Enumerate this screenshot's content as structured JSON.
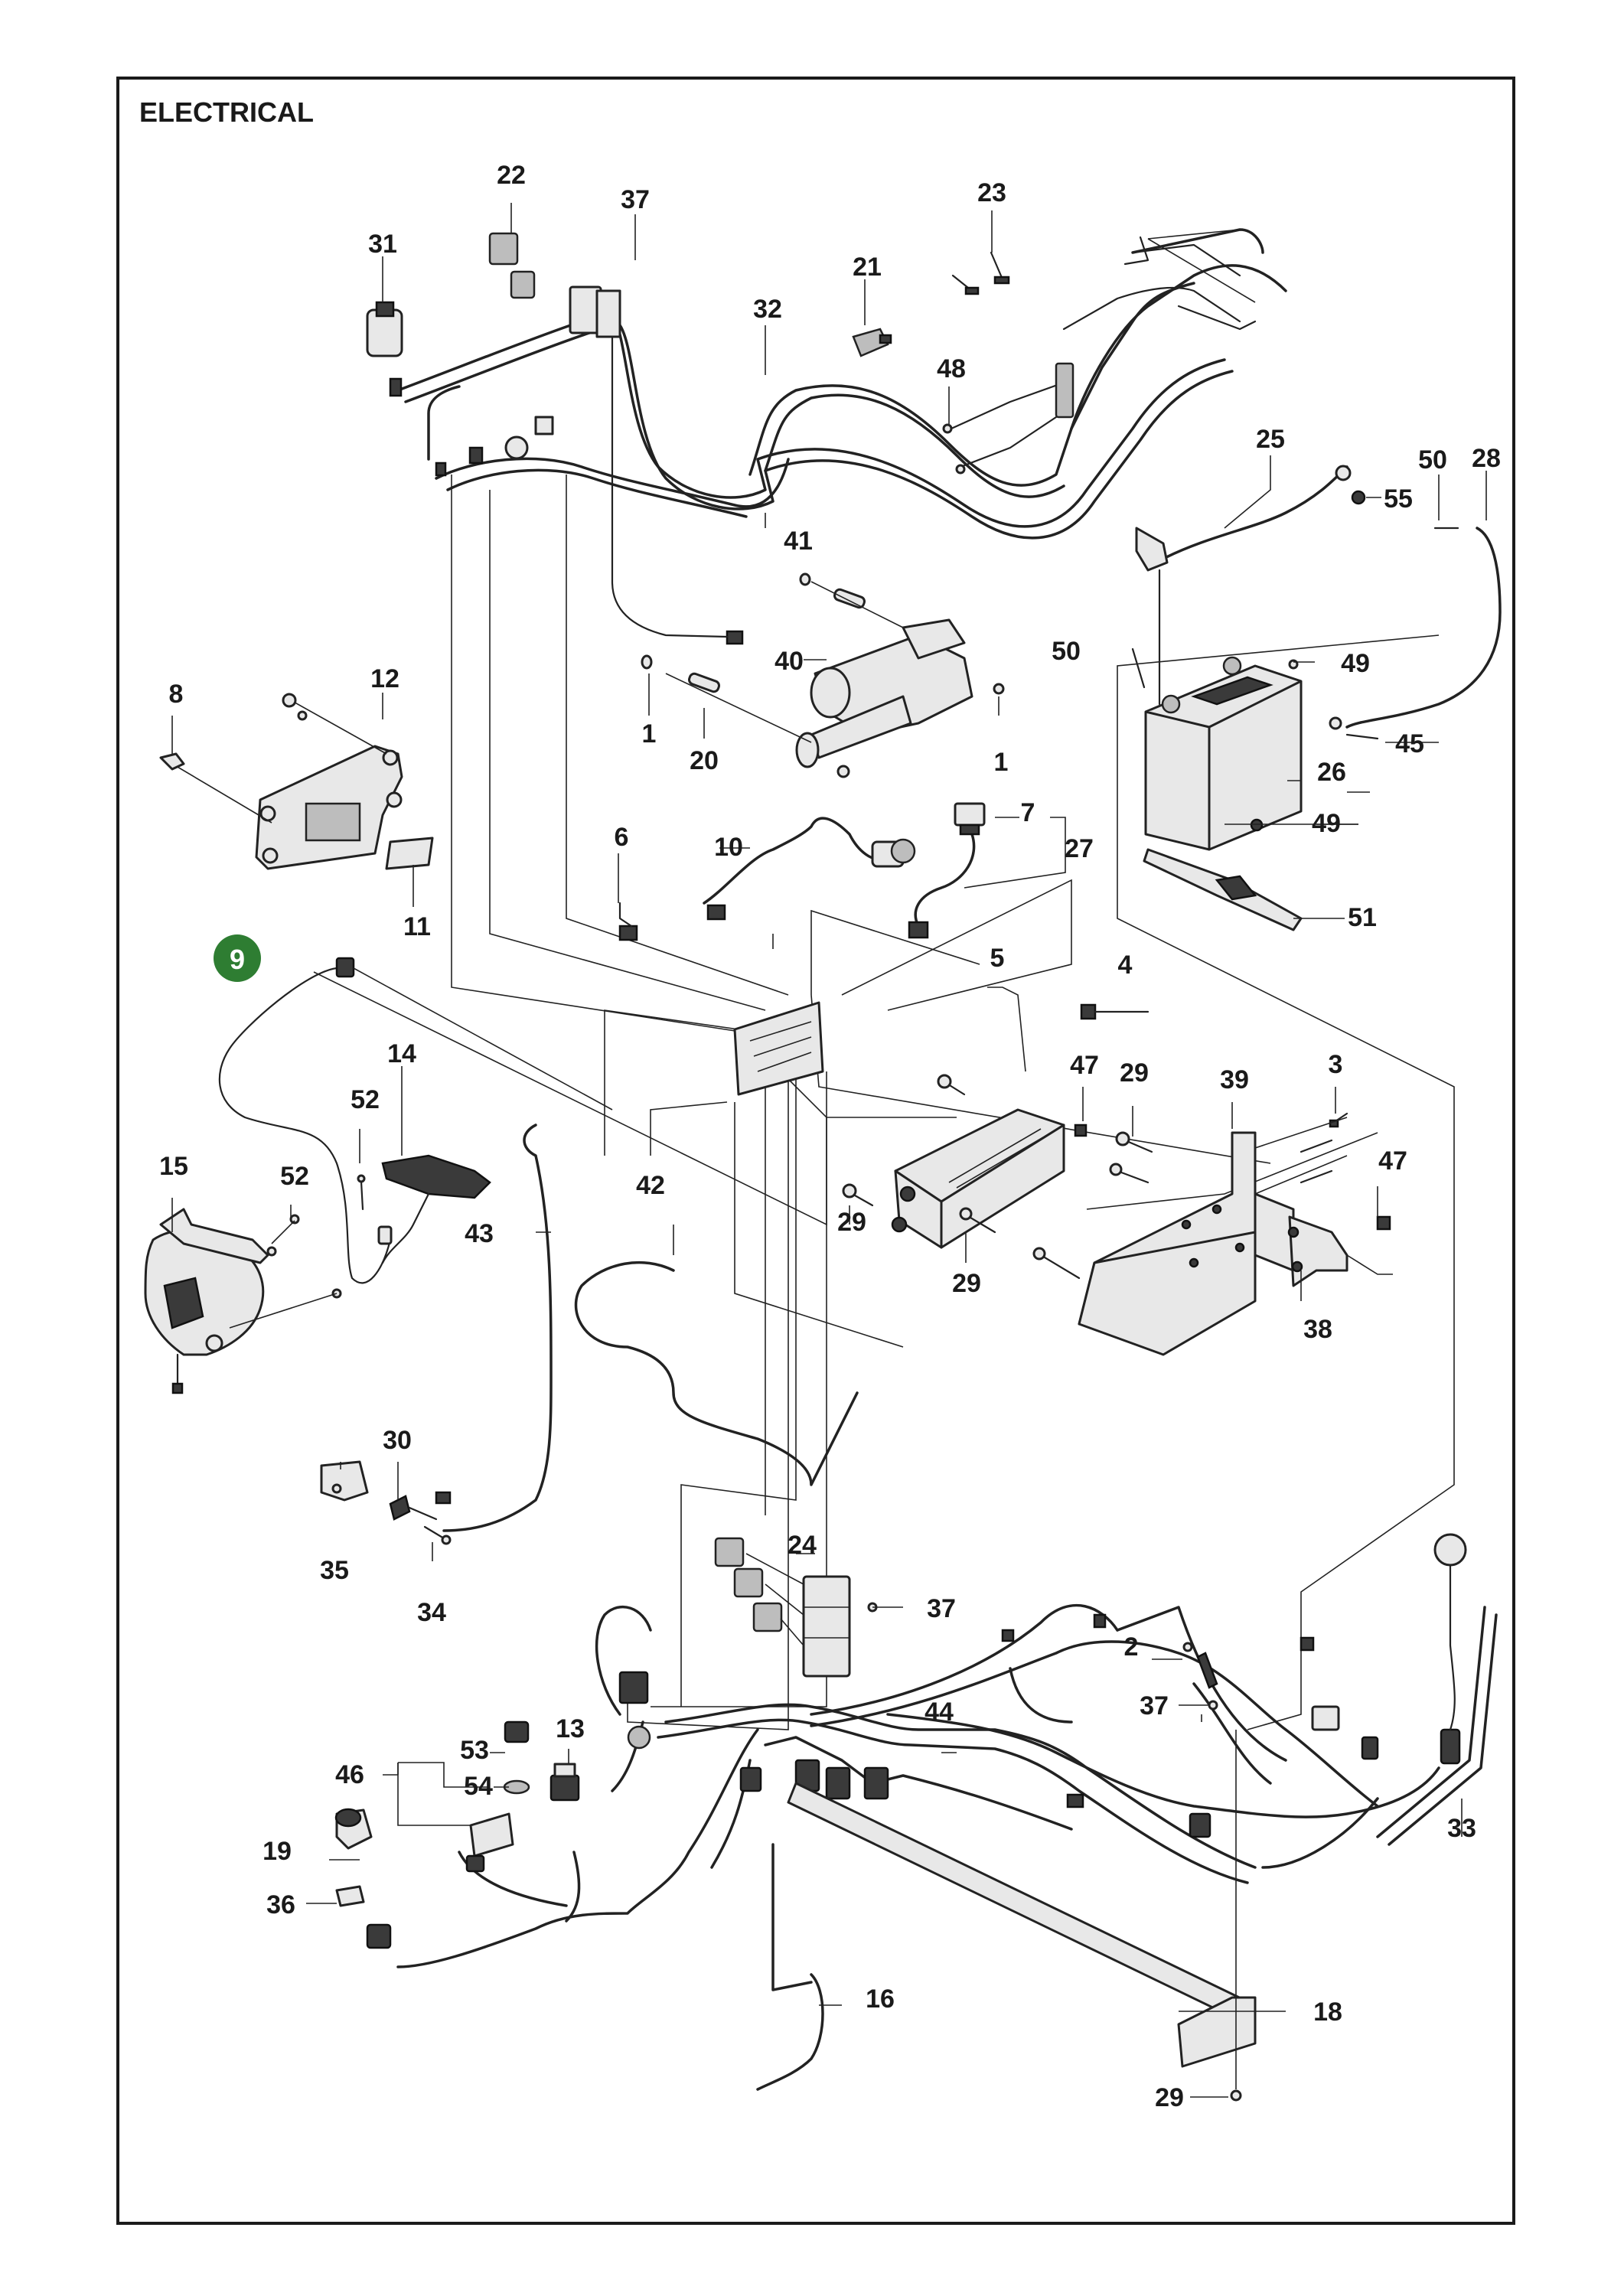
{
  "title": "ELECTRICAL",
  "highlight_color": "#2e7d32",
  "callouts": {
    "c1a": "1",
    "c1b": "1",
    "c2": "2",
    "c3": "3",
    "c4": "4",
    "c5": "5",
    "c6": "6",
    "c7": "7",
    "c8": "8",
    "c9": "9",
    "c10": "10",
    "c11": "11",
    "c12": "12",
    "c13": "13",
    "c14": "14",
    "c15": "15",
    "c16": "16",
    "c18": "18",
    "c19": "19",
    "c20": "20",
    "c21": "21",
    "c22": "22",
    "c23": "23",
    "c24": "24",
    "c25": "25",
    "c26": "26",
    "c27": "27",
    "c28": "28",
    "c29a": "29",
    "c29b": "29",
    "c29c": "29",
    "c29d": "29",
    "c30": "30",
    "c31": "31",
    "c32": "32",
    "c33": "33",
    "c34": "34",
    "c35": "35",
    "c36": "36",
    "c37a": "37",
    "c37b": "37",
    "c37c": "37",
    "c38": "38",
    "c39": "39",
    "c40": "40",
    "c41": "41",
    "c42": "42",
    "c43": "43",
    "c44": "44",
    "c45": "45",
    "c46": "46",
    "c47a": "47",
    "c47b": "47",
    "c48": "48",
    "c49a": "49",
    "c49b": "49",
    "c50a": "50",
    "c50b": "50",
    "c51": "51",
    "c52a": "52",
    "c52b": "52",
    "c53": "53",
    "c54": "54",
    "c55": "55"
  }
}
